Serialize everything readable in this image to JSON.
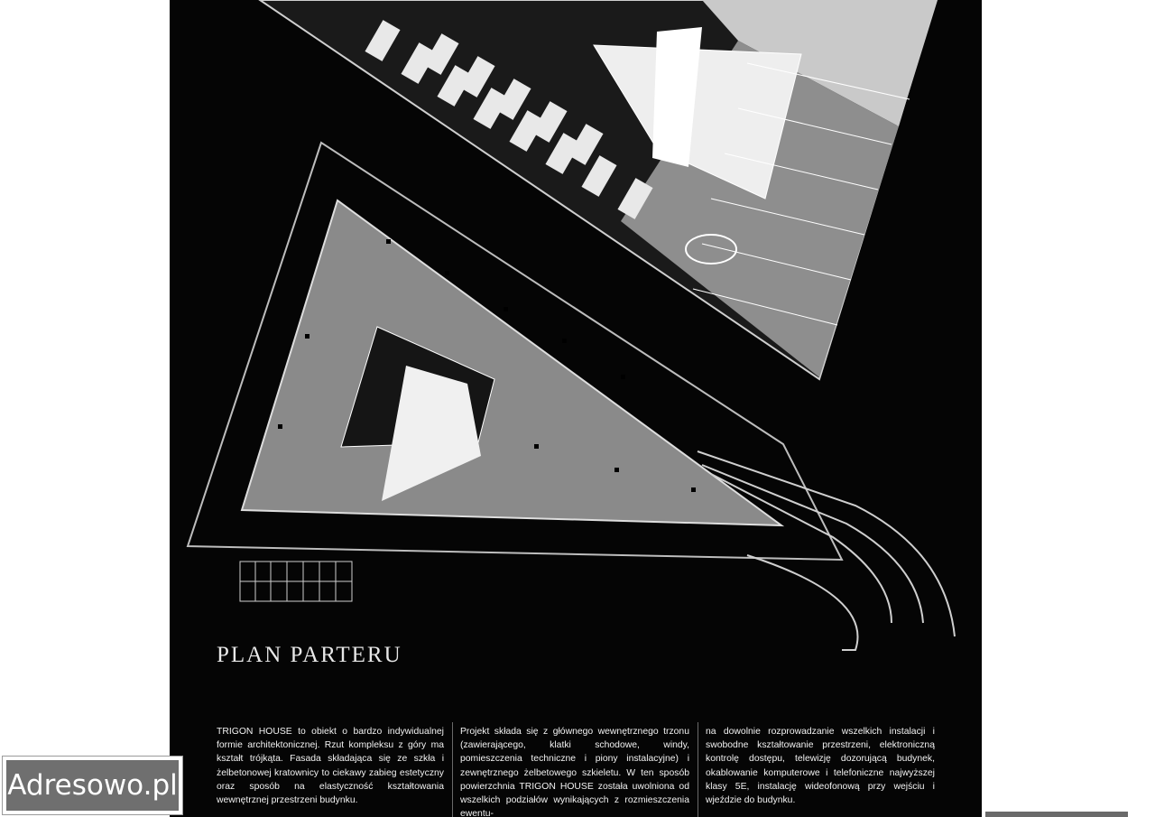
{
  "title": "PLAN PARTERU",
  "columns": [
    "TRIGON HOUSE to obiekt o bardzo indywidualnej formie architektonicznej. Rzut kompleksu z góry ma kształt trójkąta. Fasada składająca się ze szkła i żelbetonowej kratownicy to ciekawy zabieg estetyczny oraz sposób na elastyczność kształtowania wewnętrznej przestrzeni budynku.",
    "Projekt składa się z głównego wewnętrznego trzonu (zawierającego, klatki schodowe, windy, pomieszczenia techniczne i piony instalacyjne) i zewnętrznego żelbetowego szkieletu. W ten sposób powierzchnia TRIGON HOUSE została uwolniona od wszelkich podziałów wynikających z rozmieszczenia ewentu-",
    "na dowolnie rozprowadzanie wszelkich instalacji i swobodne kształtowanie przestrzeni, elektroniczną kontrolę dostępu, telewizję dozorującą budynek, okablowanie komputerowe i telefoniczne najwyższej klasy 5E, instalację wideofonową przy wejściu i wjeździe do budynku."
  ],
  "watermark": {
    "text": "Adresowo.pl"
  }
}
